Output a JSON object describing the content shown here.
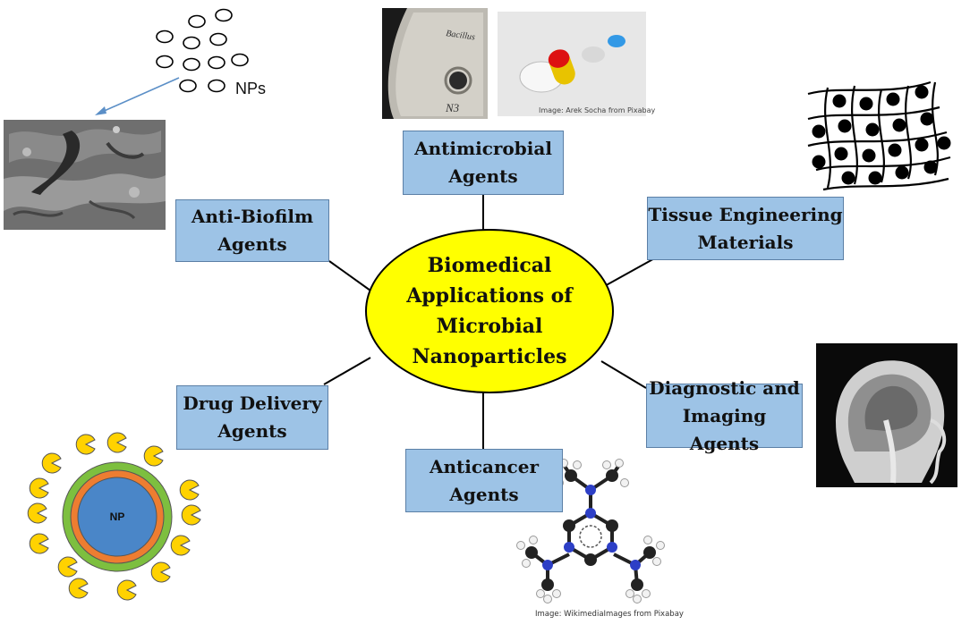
{
  "center": {
    "lines": [
      "Biomedical",
      "Applications of",
      "Microbial",
      "Nanoparticles"
    ]
  },
  "nodes": {
    "antimicrobial": [
      "Antimicrobial",
      "Agents"
    ],
    "tissue": [
      "Tissue Engineering",
      "Materials"
    ],
    "diagnostic": [
      "Diagnostic and",
      "Imaging Agents"
    ],
    "anticancer": [
      "Anticancer",
      "Agents"
    ],
    "drug": [
      "Drug Delivery",
      "Agents"
    ],
    "biofilm": [
      "Anti-Biofilm",
      "Agents"
    ]
  },
  "labels": {
    "nps": "NPs",
    "np_core": "NP",
    "petri_text_top": "Bacillus",
    "petri_text_bottom": "N3",
    "credit_pills": "Image: Arek Socha from Pixabay",
    "credit_molecule": "Image: WikimediaImages from Pixabay"
  },
  "colors": {
    "box_fill": "#9dc3e6",
    "hub_fill": "#ffff00",
    "np_outer": "#7dbf3f",
    "np_middle": "#ed7d31",
    "np_core": "#4a86c8",
    "ligand": "#ffd200",
    "arrow": "#5b8fc7"
  }
}
